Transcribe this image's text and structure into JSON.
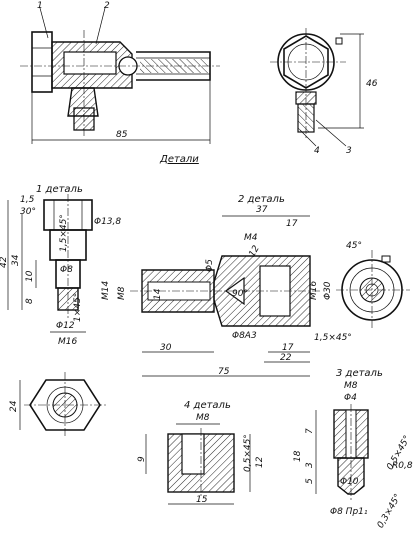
{
  "header": {
    "assembly_label": "Детали",
    "part1_title": "1 деталь",
    "part2_title": "2 деталь",
    "part3_title": "3 деталь",
    "part4_title": "4 деталь"
  },
  "assembly": {
    "callout_1": "1",
    "callout_2": "2",
    "callout_3": "3",
    "callout_4": "4",
    "dim_length": "85",
    "dim_height": "46"
  },
  "part1": {
    "dim_chamfer_top": "1,5",
    "dim_angle_top": "30°",
    "dim_d138": "Φ13,8",
    "dim_42": "42",
    "dim_34": "34",
    "dim_10": "10",
    "dim_8": "8",
    "dim_phi8": "Φ8",
    "dim_phi12": "Φ12",
    "dim_chamfer_a": "1,5×45°",
    "dim_chamfer_b": "1×45°",
    "dim_m16": "M16",
    "dim_24": "24"
  },
  "part2": {
    "dim_37": "37",
    "dim_m4": "M4",
    "dim_17_top": "17",
    "dim_phi5": "Φ5",
    "dim_12": "12",
    "dim_90": "90°",
    "dim_m14": "M14",
    "dim_m8": "M8",
    "dim_14": "14",
    "dim_m16": "M16",
    "dim_phi30": "Φ30",
    "dim_phi8a3": "Φ8A3",
    "dim_chamfer": "1,5×45°",
    "dim_17_bot": "17",
    "dim_22": "22",
    "dim_30": "30",
    "dim_75": "75",
    "dim_45": "45°"
  },
  "part3": {
    "dim_m8": "M8",
    "dim_phi4": "Φ4",
    "dim_7": "7",
    "dim_18": "18",
    "dim_3": "3",
    "dim_5": "5",
    "dim_chamfer": "0,5×45°",
    "dim_r08": "R0,8",
    "dim_phi10": "Φ10",
    "dim_phi8": "Φ8 Пр1₁",
    "dim_chamfer_bot": "0,3×45°"
  },
  "part4": {
    "dim_m8": "M8",
    "dim_9": "9",
    "dim_chamfer": "0,5×45°",
    "dim_12": "12",
    "dim_15": "15"
  }
}
